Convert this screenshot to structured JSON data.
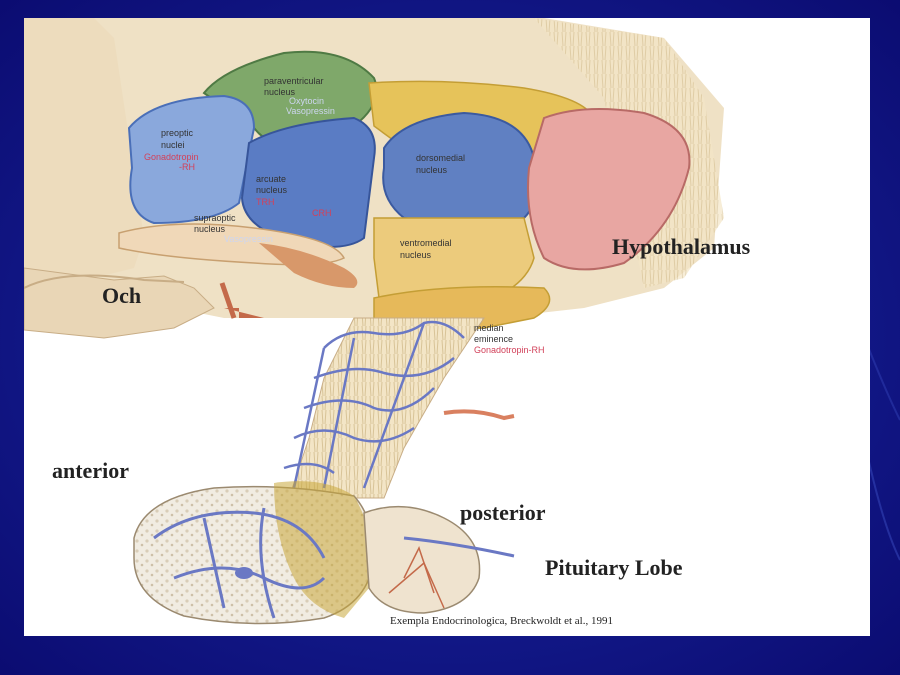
{
  "colors": {
    "frame_dark": "#0a0a6e",
    "frame_mid": "#1c2aa8",
    "panel": "#ffffff",
    "label_red": "#d2415a",
    "vessel_blue": "#6a78c4",
    "nucleus_green": "#7fa86a",
    "nucleus_blue": "#5a7cc4",
    "nucleus_yellow": "#e6c35a",
    "nucleus_pink": "#e08a8a"
  },
  "diagram": {
    "labels": {
      "hypothalamus": "Hypothalamus",
      "och": "Och",
      "anterior": "anterior",
      "posterior": "posterior",
      "pituitary_lobe": "Pituitary Lobe",
      "credit": "Exempla Endocrinologica, Breckwoldt et al., 1991"
    },
    "nuclei": {
      "paraventricular": {
        "name_l1": "paraventricular",
        "name_l2": "nucleus",
        "hormone_l1": "Oxytocin",
        "hormone_l2": "Vasopressin"
      },
      "preoptic": {
        "name_l1": "preoptic",
        "name_l2": "nuclei",
        "hormone_l1": "Gonadotropin",
        "hormone_l2": "-RH"
      },
      "arcuate": {
        "name_l1": "arcuate",
        "name_l2": "nucleus",
        "hormone_l1": "TRH",
        "hormone_l2": "CRH"
      },
      "supraoptic": {
        "name_l1": "supraoptic",
        "name_l2": "nucleus",
        "hormone": "Vasopressin"
      },
      "dorsomedial": {
        "name_l1": "dorsomedial",
        "name_l2": "nucleus"
      },
      "ventromedial": {
        "name_l1": "ventromedial",
        "name_l2": "nucleus"
      },
      "median_eminence": {
        "name_l1": "median",
        "name_l2": "eminence",
        "hormone": "Gonadotropin-RH"
      }
    }
  }
}
